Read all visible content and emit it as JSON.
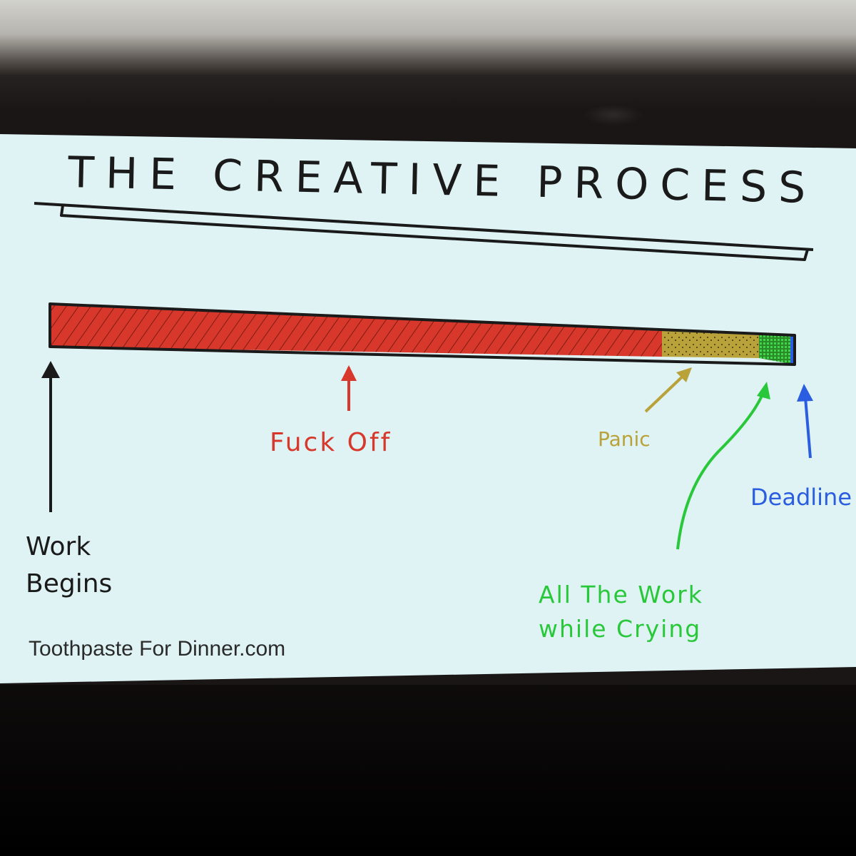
{
  "title": "THE CREATIVE PROCESS",
  "labels": {
    "work_begins_line1": "Work",
    "work_begins_line2": "Begins",
    "fuck_off": "Fuck Off",
    "panic": "Panic",
    "deadline": "Deadline",
    "all_the_work_line1": "All The Work",
    "all_the_work_line2": "while Crying"
  },
  "credit": "Toothpaste For Dinner.com",
  "colors": {
    "slide_background": "#dff3f4",
    "fuck_off": "#d8382b",
    "panic": "#b9a23a",
    "all_the_work": "#28c83a",
    "deadline": "#2a5de0",
    "ink": "#1a1a1a"
  }
}
